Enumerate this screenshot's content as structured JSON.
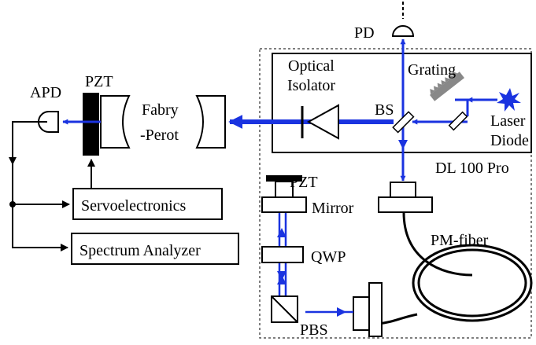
{
  "colors": {
    "beam": "#1a33e0",
    "line": "#000000",
    "laser_star": "#1a33e0"
  },
  "labels": {
    "pd": "PD",
    "optical_isolator_line1": "Optical",
    "optical_isolator_line2": "Isolator",
    "grating": "Grating",
    "bs": "BS",
    "laser_diode_line1": "Laser",
    "laser_diode_line2": "Diode",
    "dl100pro": "DL 100 Pro",
    "apd": "APD",
    "pzt_cavity": "PZT",
    "fabry_perot_line1": "Fabry",
    "fabry_perot_line2": "-Perot",
    "servoelectronics": "Servoelectronics",
    "spectrum_analyzer": "Spectrum Analyzer",
    "pzt_mirror": "PZT",
    "mirror": "Mirror",
    "qwp": "QWP",
    "pbs": "PBS",
    "pm_fiber": "PM-fiber"
  }
}
